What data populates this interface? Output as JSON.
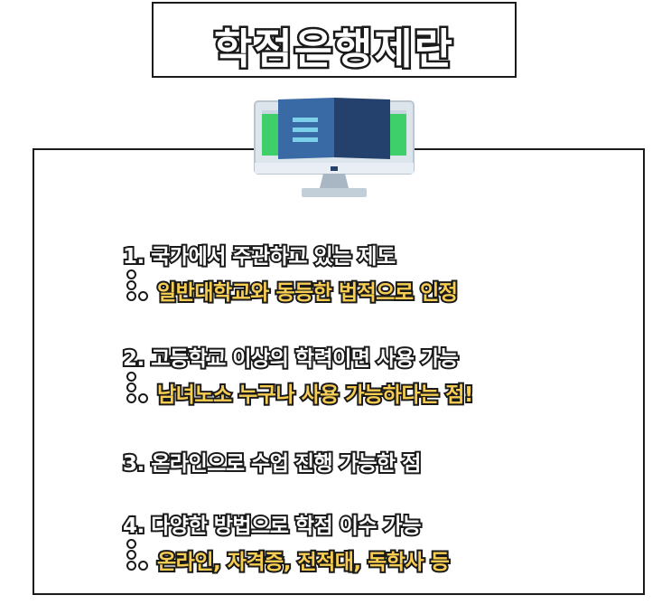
{
  "title": "학점은행제란",
  "items": [
    {
      "line": "1. 국가에서 주관하고 있는 제도",
      "highlight": "일반대학교와 동등한 법적으로 인정"
    },
    {
      "line": "2. 고등학교 이상의 학력이면 사용 가능",
      "highlight": "남녀노소 누구나 사용 가능하다는 점!"
    },
    {
      "line": "3. 온라인으로 수업 진행 가능한 점"
    },
    {
      "line": "4. 다양한 방법으로 학점 이수 가능",
      "highlight": "온라인, 자격증, 전적대, 독학사 등"
    }
  ],
  "colors": {
    "highlight_text": "#f7cd52",
    "outline": "#1a1a1a",
    "book_blue": "#3a6aa6",
    "book_dark": "#24416e",
    "book_green": "#3fcf6a",
    "monitor_frame": "#dde5ec"
  },
  "icons": {
    "illustration": "monitor-book-icon",
    "connector": "dots-connector-icon"
  }
}
